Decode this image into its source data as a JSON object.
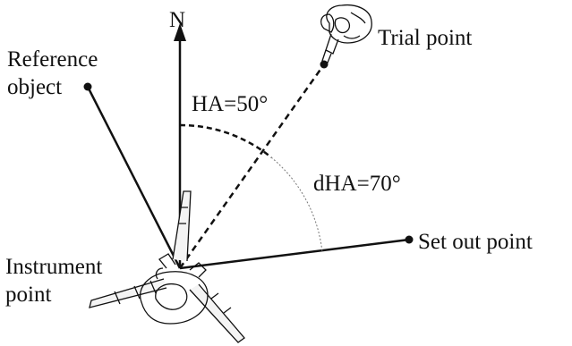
{
  "labels": {
    "north": "N",
    "trial_point": "Trial point",
    "reference_object_line1": "Reference",
    "reference_object_line2": "object",
    "ha": "HA=50°",
    "dha": "dHA=70°",
    "set_out_point": "Set out point",
    "instrument_point_line1": "Instrument",
    "instrument_point_line2": "point"
  },
  "angles": {
    "ha_degrees": 50,
    "dha_degrees": 70
  },
  "colors": {
    "ink": "#111111",
    "arc_fine": "#777777"
  },
  "icons": {
    "trial": "surveyor-with-prism-icon",
    "instrument": "total-station-tripod-icon"
  }
}
